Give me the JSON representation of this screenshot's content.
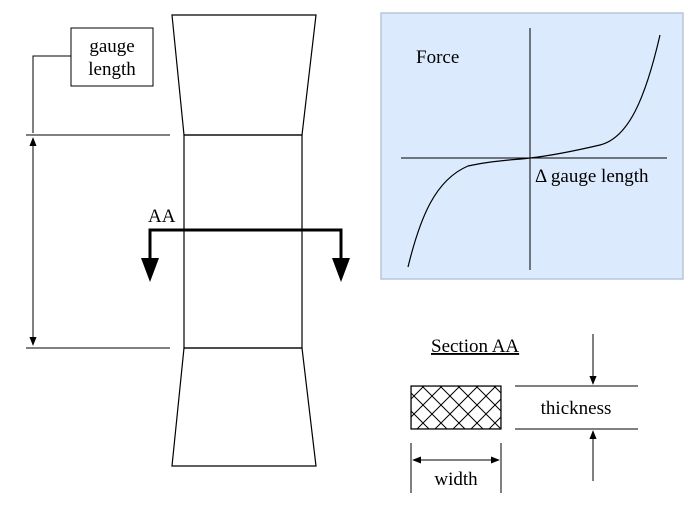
{
  "specimen": {
    "gauge_label_line1": "gauge",
    "gauge_label_line2": "length",
    "section_marker": "AA"
  },
  "graph": {
    "y_label": "Force",
    "x_label": "Δ gauge length",
    "panel_color": "#dbeafc",
    "panel_border": "#b8c6d8",
    "curve": "S-shaped curve through the origin; flat near zero, rising steeply for positive and falling steeply for negative gauge-length change"
  },
  "section": {
    "title": "Section AA",
    "thickness_label": "thickness",
    "width_label": "width"
  }
}
